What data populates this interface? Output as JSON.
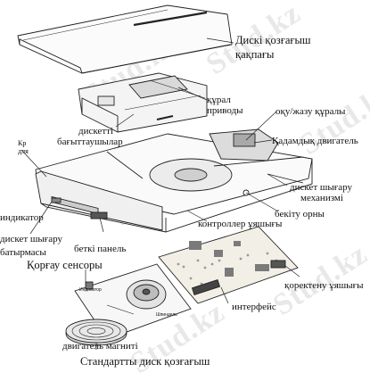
{
  "labels": {
    "cover": [
      "Дискі қозғағыш",
      "қақпағы"
    ],
    "drive_head": [
      "құрал",
      "приводы"
    ],
    "disk_guide": [
      "дискетті",
      "бағыттаушылар"
    ],
    "rw_tool": "оқу/жазу құралы",
    "stepper": "Қадамдық двигатель",
    "indicator": "индикатор",
    "eject_mech": [
      "дискет шығару",
      "механизмі"
    ],
    "eject_button": [
      "дискет шығару",
      "батырмасы"
    ],
    "mount_hole": "бекіту орны",
    "controller": "контроллер ұяшығы",
    "front_panel": "беткі панель",
    "protect_sensor": "Қорғау сенсоры",
    "power_socket": "қоректену ұяшығы",
    "interface": "интерфейс",
    "motor_magnet": "двигатель магниті",
    "caption": "Стандартты диск қозғағыш",
    "small_ru": [
      "Кр",
      "для"
    ],
    "tiny_indicator": "Индикатор",
    "tiny_spindle": "Шпиндель"
  },
  "watermark": "Stud.kz"
}
